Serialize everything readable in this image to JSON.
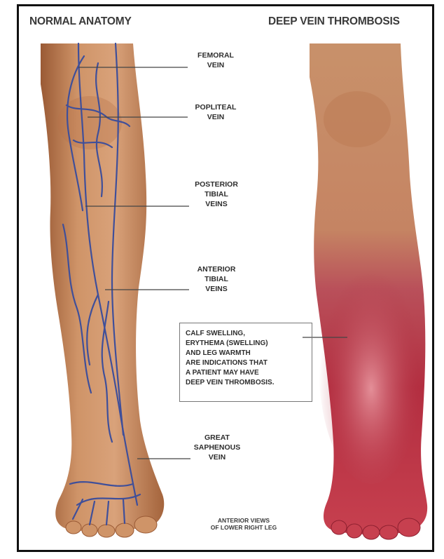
{
  "headings": {
    "left": "NORMAL ANATOMY",
    "right": "DEEP VEIN THROMBOSIS"
  },
  "labels": {
    "femoral": [
      "FEMORAL",
      "VEIN"
    ],
    "popliteal": [
      "POPLITEAL",
      "VEIN"
    ],
    "posterior_tibial": [
      "POSTERIOR",
      "TIBIAL",
      "VEINS"
    ],
    "anterior_tibial": [
      "ANTERIOR",
      "TIBIAL",
      "VEINS"
    ],
    "great_saphenous": [
      "GREAT",
      "SAPHENOUS",
      "VEIN"
    ]
  },
  "callout": [
    "CALF SWELLING,",
    "ERYTHEMA (SWELLING)",
    "AND LEG WARMTH",
    "ARE INDICATIONS THAT",
    "A PATIENT MAY HAVE",
    "DEEP VEIN THROMBOSIS."
  ],
  "caption": [
    "ANTERIOR VIEWS",
    "OF LOWER RIGHT LEG"
  ],
  "colors": {
    "skin": "#c98a60",
    "skin_dark": "#a8643c",
    "vein": "#3f4f9a",
    "inflamed": "#b0303e",
    "label_text": "#2d2d2d"
  }
}
